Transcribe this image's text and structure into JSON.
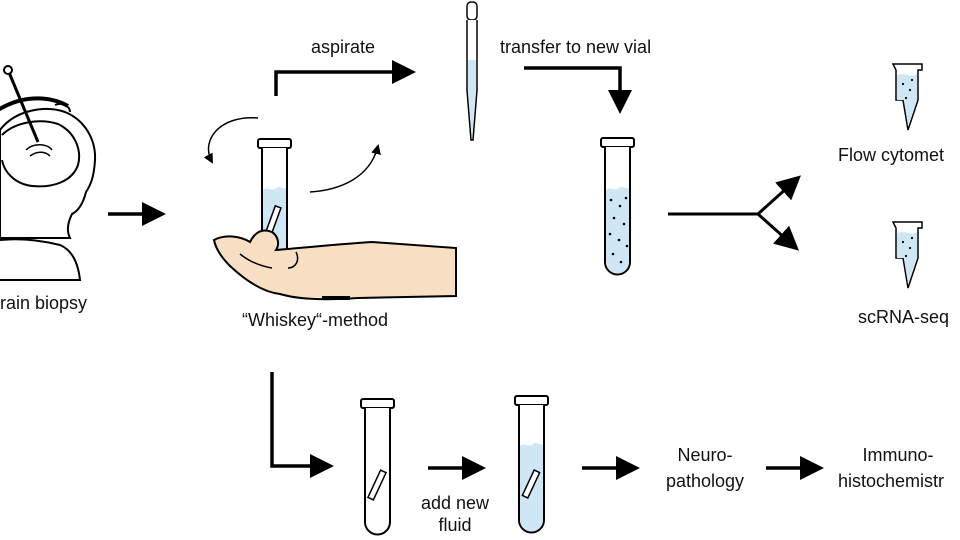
{
  "labels": {
    "brain_biopsy": "rain biopsy",
    "aspirate": "aspirate",
    "transfer": "transfer to new vial",
    "whiskey": "“Whiskey“-method",
    "flow": "Flow cytomet",
    "scrna": "scRNA-seq",
    "add_fluid_1": "add new",
    "add_fluid_2": "fluid",
    "neuro_1": "Neuro-",
    "neuro_2": "pathology",
    "immuno_1": "Immuno-",
    "immuno_2": "histochemistr"
  },
  "colors": {
    "liquid": "#cfe6f5",
    "skin": "#f8dec3",
    "stroke": "#000000"
  },
  "icons": [
    "head-icon",
    "biopsy-needle-icon",
    "hand-icon",
    "pipette-icon",
    "test-tube-icon",
    "eppendorf-tube-icon",
    "swirl-arrow-icon",
    "arrow-icon"
  ]
}
